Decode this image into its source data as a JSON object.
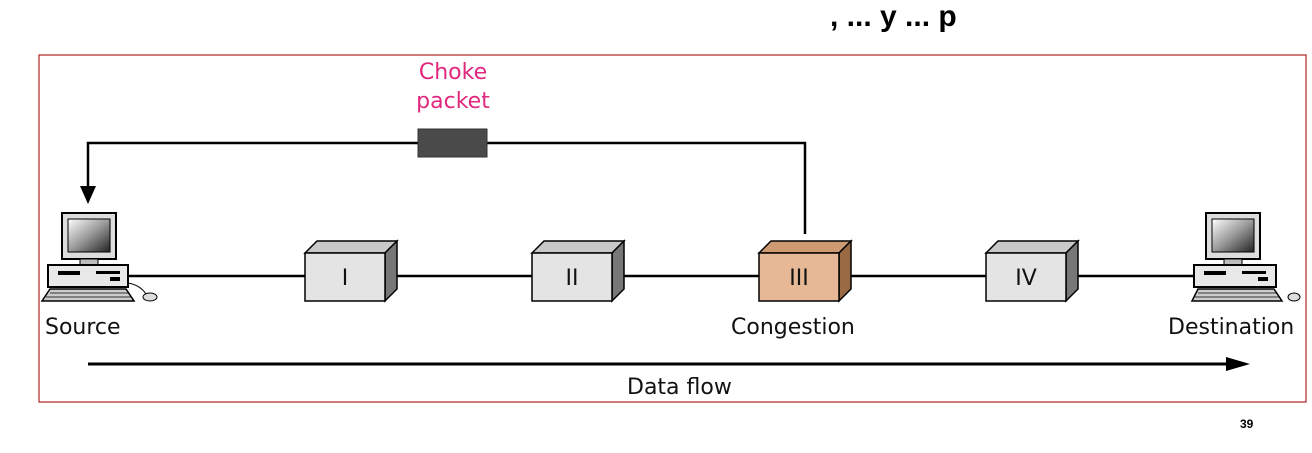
{
  "header_fragment": ", ... y ... p",
  "choke_packet": {
    "label_line1": "Choke",
    "label_line2": "packet"
  },
  "endpoints": {
    "source": "Source",
    "destination": "Destination"
  },
  "routers": [
    {
      "label": "I",
      "congested": false
    },
    {
      "label": "II",
      "congested": false
    },
    {
      "label": "III",
      "congested": true
    },
    {
      "label": "IV",
      "congested": false
    }
  ],
  "congestion_label": "Congestion",
  "data_flow_label": "Data flow",
  "page_number": "39",
  "colors": {
    "frame": "#b22222",
    "choke_text": "#e0287d",
    "box_front": "#e4e4e4",
    "box_top": "#c8c8c8",
    "box_side": "#777777",
    "congested_front": "#e6b896",
    "congested_top": "#cd9a72",
    "congested_side": "#9a6a45",
    "packet": "#4a4a4a"
  }
}
